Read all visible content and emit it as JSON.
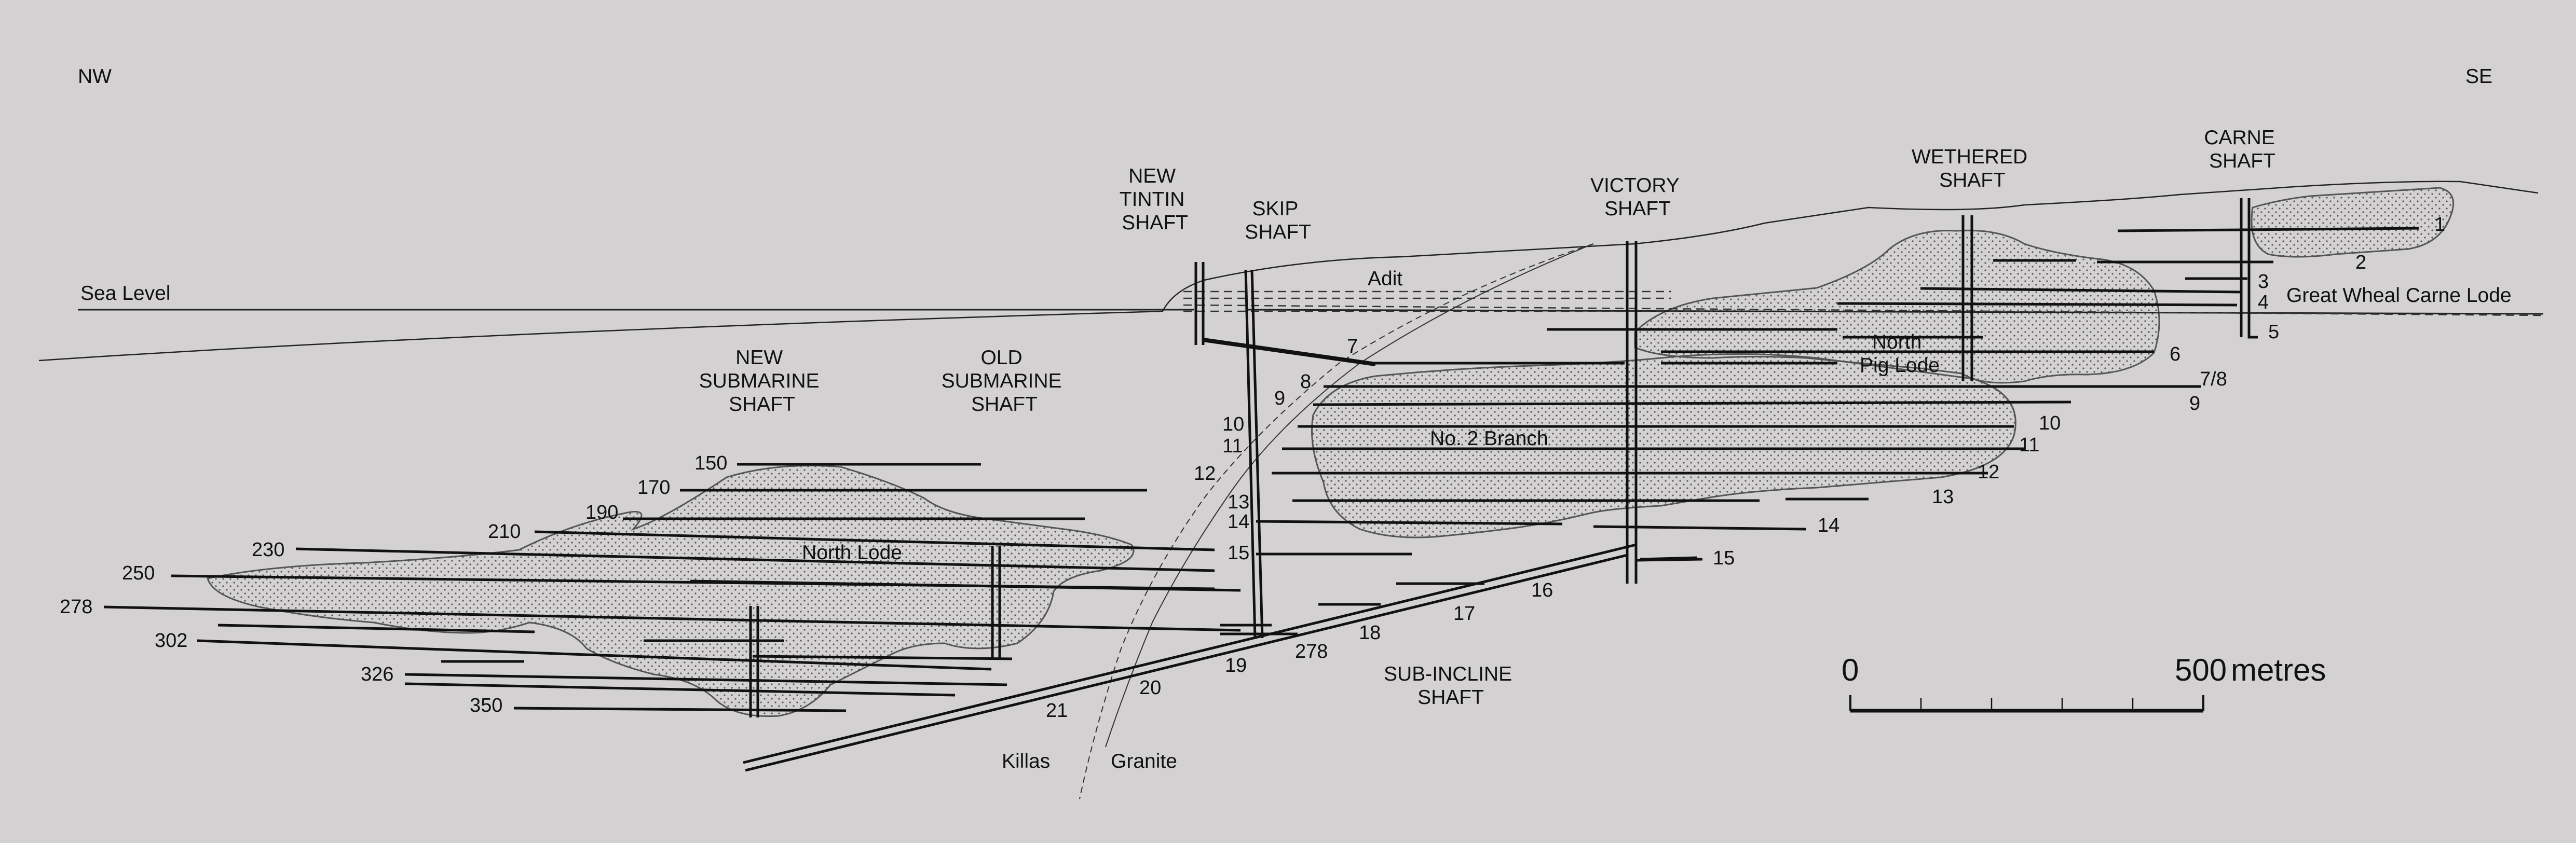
{
  "orientation": {
    "left": "NW",
    "right": "SE"
  },
  "sea_level": "Sea Level",
  "adit": "Adit",
  "shafts": {
    "new_tintin": [
      "NEW",
      "TINTIN",
      "SHAFT"
    ],
    "skip": [
      "SKIP",
      "SHAFT"
    ],
    "victory": [
      "VICTORY",
      "SHAFT"
    ],
    "wethered": [
      "WETHERED",
      "SHAFT"
    ],
    "carne": [
      "CARNE",
      "SHAFT"
    ],
    "new_submarine": [
      "NEW",
      "SUBMARINE",
      "SHAFT"
    ],
    "old_submarine": [
      "OLD",
      "SUBMARINE",
      "SHAFT"
    ],
    "sub_incline": [
      "SUB-INCLINE",
      "SHAFT"
    ]
  },
  "lodes": {
    "great_wheal_carne": "Great Wheal Carne Lode",
    "north_pig": [
      "North",
      "Pig Lode"
    ],
    "no2_branch": "No. 2 Branch",
    "north": "North Lode"
  },
  "rocks": {
    "killas": "Killas",
    "granite": "Granite"
  },
  "scale": {
    "start": "0",
    "end": "500",
    "unit": "metres"
  },
  "level_labels": {
    "carne": [
      "1",
      "2",
      "3",
      "4",
      "5"
    ],
    "east": [
      "6",
      "7/8",
      "9",
      "10",
      "11",
      "12",
      "13",
      "14",
      "15"
    ],
    "west_upper": [
      "7",
      "8",
      "9",
      "10",
      "11",
      "12",
      "13",
      "14",
      "15"
    ],
    "incline": [
      "16",
      "17",
      "18",
      "19",
      "20",
      "21",
      "278"
    ],
    "submarine": [
      "150",
      "170",
      "190",
      "210",
      "230",
      "250",
      "278",
      "302",
      "326",
      "350"
    ]
  }
}
